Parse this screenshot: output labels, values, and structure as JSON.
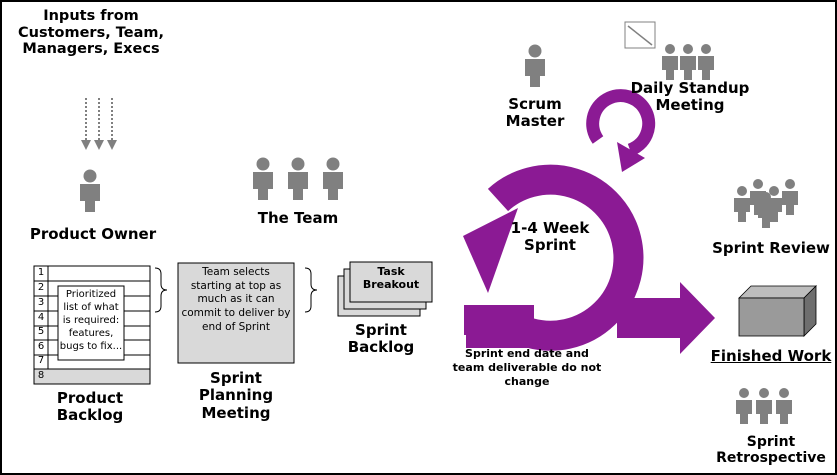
{
  "inputs": {
    "text": "Inputs from Customers, Team, Managers, Execs"
  },
  "product_owner": {
    "label": "Product Owner"
  },
  "product_backlog": {
    "rows": [
      "1",
      "2",
      "3",
      "4",
      "5",
      "6",
      "7",
      "8"
    ],
    "note": "Prioritized list of what is required: features, bugs to fix...",
    "label": "Product Backlog"
  },
  "team": {
    "label": "The Team"
  },
  "planning": {
    "box_text": "Team selects starting at top as much as it can commit to deliver by end of Sprint",
    "label": "Sprint Planning Meeting"
  },
  "sprint_backlog": {
    "card_text": "Task Breakout",
    "label": "Sprint Backlog"
  },
  "scrum_master": {
    "label": "Scrum Master"
  },
  "standup": {
    "label": "Daily Standup Meeting"
  },
  "sprint": {
    "label": "1-4 Week Sprint",
    "note": "Sprint end date and team deliverable do not change"
  },
  "review": {
    "label": "Sprint Review"
  },
  "finished": {
    "label": "Finished Work"
  },
  "retrospective": {
    "label": "Sprint Retrospective"
  },
  "colors": {
    "accent": "#8b1a94",
    "figure": "#808080",
    "box_fill": "#d9d9d9",
    "border": "#000000"
  }
}
